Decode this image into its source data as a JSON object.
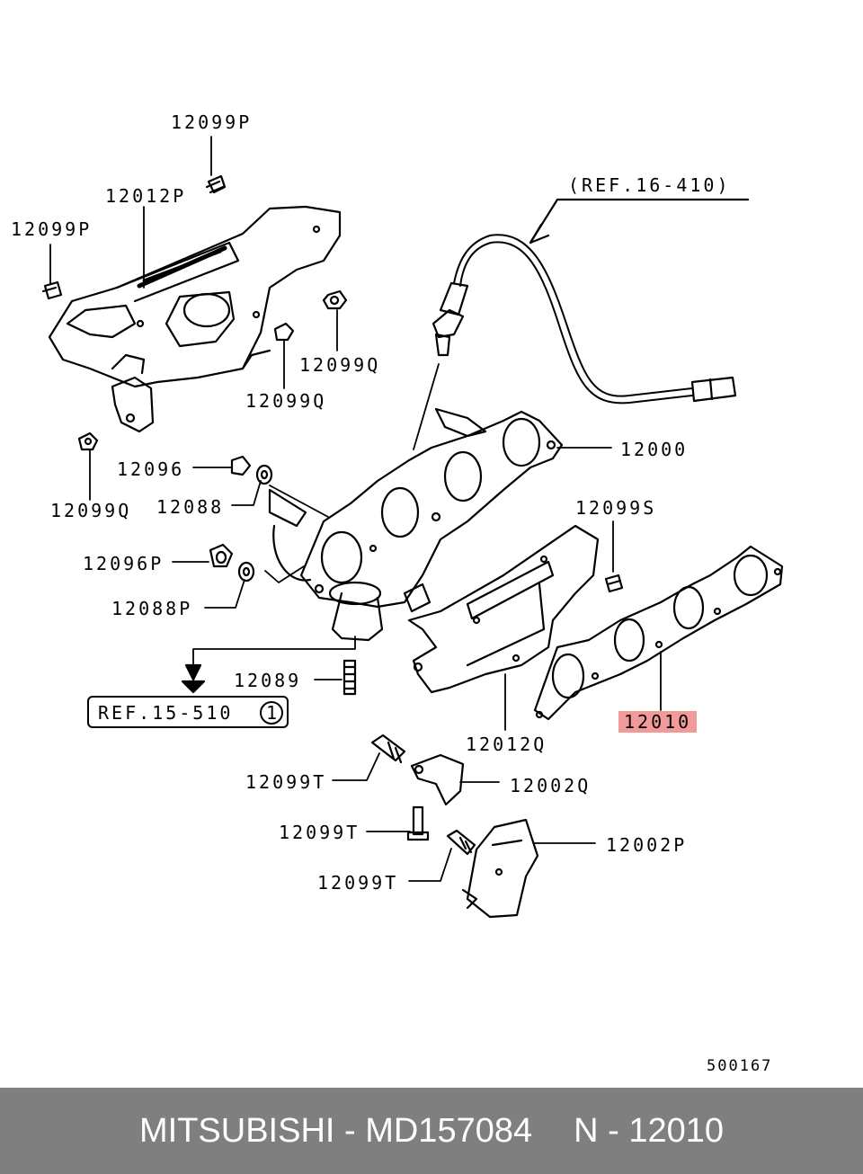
{
  "callouts": {
    "p12099P_top": "12099P",
    "p12012P": "12012P",
    "p12099P_left": "12099P",
    "ref_16_410": "(REF.16-410)",
    "p12099Q_right": "12099Q",
    "p12099Q_mid": "12099Q",
    "p12000": "12000",
    "p12096": "12096",
    "p12088": "12088",
    "p12099Q_left": "12099Q",
    "p12099S": "12099S",
    "p12096P": "12096P",
    "p12088P": "12088P",
    "p12089": "12089",
    "p12010": "12010",
    "p12012Q": "12012Q",
    "p12099T_a": "12099T",
    "p12002Q": "12002Q",
    "p12099T_b": "12099T",
    "p12002P": "12002P",
    "p12099T_c": "12099T"
  },
  "ref_box": {
    "text": "REF.15-510",
    "circle_num": "1"
  },
  "diagram_id": "500167",
  "highlight_color": "#f29a9a",
  "footer": {
    "brand": "MITSUBISHI - MD157084",
    "part_ref": "N - 12010"
  }
}
